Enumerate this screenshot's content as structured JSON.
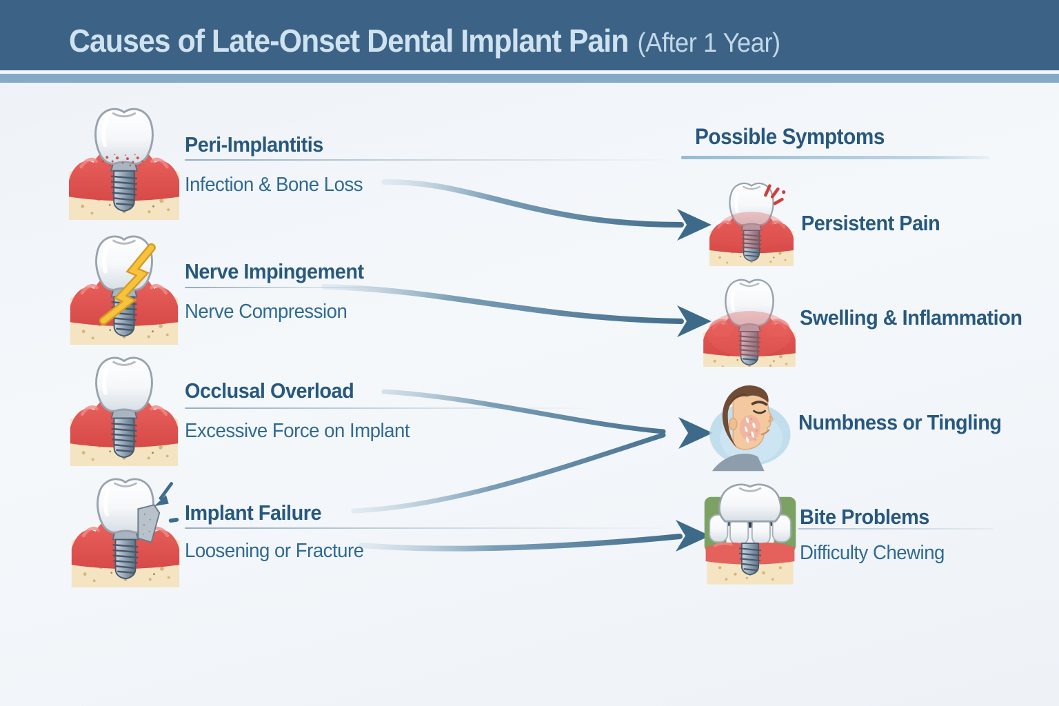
{
  "header": {
    "title": "Causes of Late-Onset Dental Implant Pain",
    "subtitle": "(After 1 Year)"
  },
  "symptoms_header": "Possible Symptoms",
  "causes": [
    {
      "title": "Peri-Implantitis",
      "subtitle": "Infection & Bone Loss",
      "icon": "implant-infection-icon"
    },
    {
      "title": "Nerve Impingement",
      "subtitle": "Nerve Compression",
      "icon": "implant-nerve-icon"
    },
    {
      "title": "Occlusal Overload",
      "subtitle": "Excessive Force on Implant",
      "icon": "implant-overload-icon"
    },
    {
      "title": "Implant Failure",
      "subtitle": "Loosening or Fracture",
      "icon": "implant-fracture-icon"
    }
  ],
  "symptoms": [
    {
      "label": "Persistent Pain",
      "icon": "implant-pain-icon"
    },
    {
      "label": "Swelling & Inflammation",
      "icon": "implant-swelling-icon"
    },
    {
      "label": "Numbness or Tingling",
      "icon": "face-numbness-icon"
    },
    {
      "label": "Bite Problems",
      "sublabel": "Difficulty Chewing",
      "icon": "bite-teeth-icon"
    }
  ],
  "connections": [
    {
      "from": "Peri-Implantitis",
      "to": "Persistent Pain"
    },
    {
      "from": "Nerve Impingement",
      "to": "Swelling & Inflammation"
    },
    {
      "from": "Occlusal Overload",
      "to": "Numbness or Tingling"
    },
    {
      "from": "Implant Failure",
      "to": "Numbness or Tingling"
    },
    {
      "from": "Implant Failure",
      "to": "Bite Problems"
    }
  ],
  "colors": {
    "header_bg": "#3c6386",
    "accent_band": "#84aac7",
    "arrow": "#3e6a8a",
    "heading_text": "#27587e",
    "subtitle_text": "#2e6a93",
    "gum_red": "#e25350",
    "bone_tan": "#f4e4c2",
    "nerve_bolt_yellow": "#f6c33c",
    "face_glow_blue": "#b7d9ea",
    "bite_green": "#7ca263"
  }
}
